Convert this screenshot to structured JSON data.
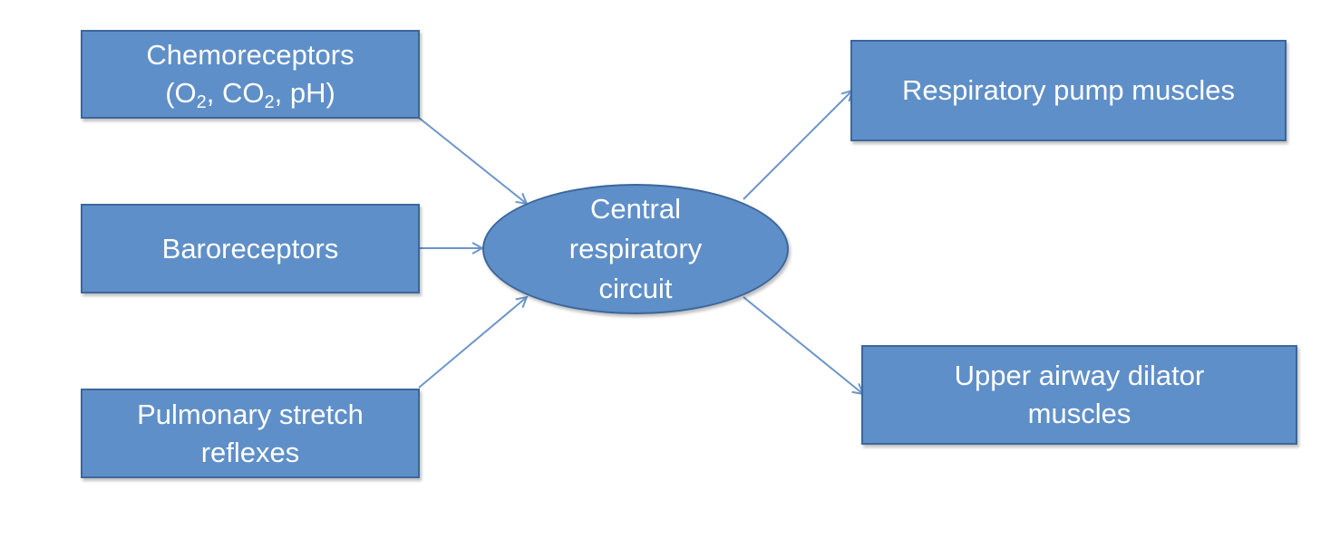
{
  "nodes": {
    "chemoreceptors": {
      "line1": "Chemoreceptors",
      "line2_open": "(O",
      "line2_sub1": "2",
      "line2_mid": ", CO",
      "line2_sub2": "2",
      "line2_close": ", pH)"
    },
    "baroreceptors": {
      "label": "Baroreceptors"
    },
    "pulmonary": {
      "line1": "Pulmonary stretch",
      "line2": "reflexes"
    },
    "central": {
      "line1": "Central",
      "line2": "respiratory",
      "line3": "circuit"
    },
    "pump": {
      "label": "Respiratory pump muscles"
    },
    "airway": {
      "line1": "Upper airway dilator",
      "line2": "muscles"
    }
  },
  "edges": [
    {
      "from": "chemoreceptors",
      "to": "central"
    },
    {
      "from": "baroreceptors",
      "to": "central"
    },
    {
      "from": "pulmonary",
      "to": "central"
    },
    {
      "from": "central",
      "to": "pump"
    },
    {
      "from": "central",
      "to": "airway"
    }
  ],
  "colors": {
    "node_fill": "#5f8fc8",
    "node_border": "#3c679a",
    "arrow": "#6b95c8",
    "text": "#ffffff"
  }
}
